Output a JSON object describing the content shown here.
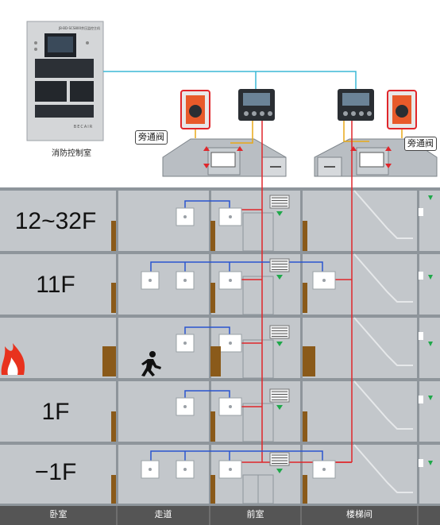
{
  "floors": [
    {
      "label": "12~32F"
    },
    {
      "label": "11F"
    },
    {
      "label": ""
    },
    {
      "label": "1F"
    },
    {
      "label": "−1F"
    }
  ],
  "rooms": [
    "卧室",
    "走道",
    "前室",
    "楼梯间"
  ],
  "control_room": {
    "caption": "消防控制室",
    "panel_title": "JB-BD-SCS800余压监控主机",
    "brand": "BECAIR"
  },
  "bypass_valve_label": "旁通阀",
  "colors": {
    "signal_red": "#e0262b",
    "network_blue": "#2a55d0",
    "bus_cyan": "#3bb8d6",
    "building_gray": "#9aa0a6",
    "footer_bar": "#555555",
    "fire": "#e8321e",
    "door": "#8a5a1a"
  }
}
